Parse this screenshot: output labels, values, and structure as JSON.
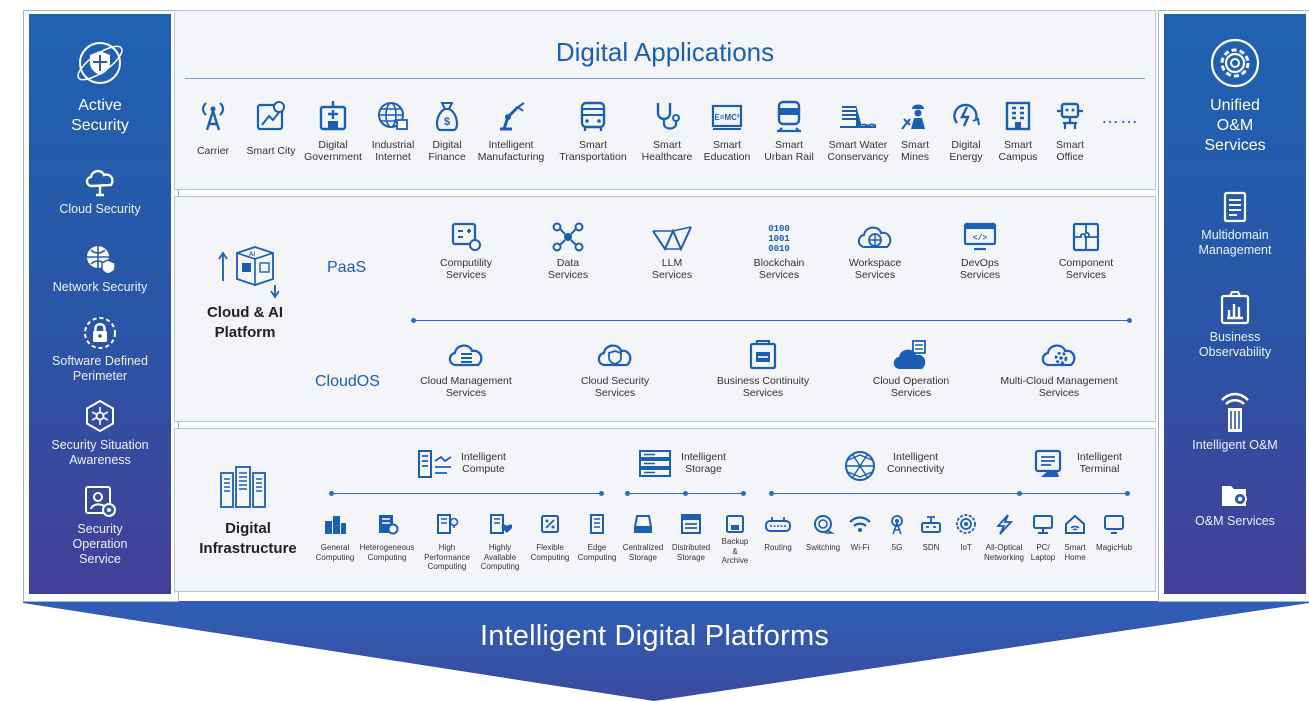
{
  "bottom_title": "Intelligent Digital Platforms",
  "colors": {
    "brand_blue": "#1b5fb5",
    "deep_purple": "#443f98",
    "panel_bg": "#f3f5f8"
  },
  "left_column": {
    "items": [
      {
        "label": "Active\nSecurity",
        "icon": "shield-globe-icon"
      },
      {
        "label": "Cloud Security",
        "icon": "cloud-icon"
      },
      {
        "label": "Network Security",
        "icon": "globe-shield-icon"
      },
      {
        "label": "Software Defined\nPerimeter",
        "icon": "lock-icon"
      },
      {
        "label": "Security Situation\nAwareness",
        "icon": "hexagon-network-icon"
      },
      {
        "label": "Security\nOperation\nService",
        "icon": "person-gear-icon"
      }
    ]
  },
  "right_column": {
    "items": [
      {
        "label": "Unified\nO&M\nServices",
        "icon": "gear-circle-icon"
      },
      {
        "label": "Multidomain\nManagement",
        "icon": "document-icon"
      },
      {
        "label": "Business\nObservability",
        "icon": "bar-chart-icon"
      },
      {
        "label": "Intelligent O&M",
        "icon": "wifi-server-icon"
      },
      {
        "label": "O&M Services",
        "icon": "folder-gear-icon"
      }
    ]
  },
  "applications": {
    "title": "Digital Applications",
    "items": [
      {
        "label": "Carrier",
        "icon": "antenna-icon"
      },
      {
        "label": "Smart City",
        "icon": "map-pin-icon"
      },
      {
        "label": "Digital\nGovernment",
        "icon": "building-icon"
      },
      {
        "label": "Industrial\nInternet",
        "icon": "globe-grid-icon"
      },
      {
        "label": "Digital\nFinance",
        "icon": "money-bag-icon"
      },
      {
        "label": "Intelligent\nManufacturing",
        "icon": "robot-arm-icon"
      },
      {
        "label": "Smart\nTransportation",
        "icon": "bus-icon"
      },
      {
        "label": "Smart\nHealthcare",
        "icon": "stethoscope-icon"
      },
      {
        "label": "Smart\nEducation",
        "icon": "blackboard-icon"
      },
      {
        "label": "Smart\nUrban Rail",
        "icon": "train-icon"
      },
      {
        "label": "Smart Water\nConservancy",
        "icon": "dam-icon"
      },
      {
        "label": "Smart\nMines",
        "icon": "miner-icon"
      },
      {
        "label": "Digital\nEnergy",
        "icon": "energy-icon"
      },
      {
        "label": "Smart\nCampus",
        "icon": "campus-icon"
      },
      {
        "label": "Smart\nOffice",
        "icon": "office-icon"
      }
    ],
    "more": "……"
  },
  "cloud_ai": {
    "name": "Cloud & AI\nPlatform",
    "paas_label": "PaaS",
    "cloudos_label": "CloudOS",
    "paas": [
      {
        "label": "Computility\nServices",
        "icon": "compute-screen-icon"
      },
      {
        "label": "Data\nServices",
        "icon": "data-nodes-icon"
      },
      {
        "label": "LLM\nServices",
        "icon": "llm-mesh-icon"
      },
      {
        "label": "Blockchain\nServices",
        "icon": "binary-icon"
      },
      {
        "label": "Workspace\nServices",
        "icon": "cloud-globe-icon"
      },
      {
        "label": "DevOps\nServices",
        "icon": "code-monitor-icon"
      },
      {
        "label": "Component\nServices",
        "icon": "puzzle-icon"
      }
    ],
    "cloudos": [
      {
        "label": "Cloud Management\nServices",
        "icon": "cloud-list-icon"
      },
      {
        "label": "Cloud Security\nServices",
        "icon": "cloud-shield-icon"
      },
      {
        "label": "Business Continuity\nServices",
        "icon": "clipboard-icon"
      },
      {
        "label": "Cloud Operation\nServices",
        "icon": "cloud-server-icon"
      },
      {
        "label": "Multi-Cloud Management\nServices",
        "icon": "cloud-gear-icon"
      }
    ]
  },
  "infrastructure": {
    "name": "Digital\nInfrastructure",
    "groups": [
      {
        "label": "Intelligent\nCompute",
        "icon": "server-chart-icon"
      },
      {
        "label": "Intelligent\nStorage",
        "icon": "storage-rack-icon"
      },
      {
        "label": "Intelligent\nConnectivity",
        "icon": "globe-network-icon"
      },
      {
        "label": "Intelligent\nTerminal",
        "icon": "terminal-icon"
      }
    ],
    "items": [
      {
        "label": "General\nComputing",
        "icon": "building-blocks-icon"
      },
      {
        "label": "Heterogeneous\nComputing",
        "icon": "server-gear-icon"
      },
      {
        "label": "High\nPerformance\nComputing",
        "icon": "server-bulb-icon"
      },
      {
        "label": "Highly\nAvailable\nComputing",
        "icon": "server-heart-icon"
      },
      {
        "label": "Flexible\nComputing",
        "icon": "percent-box-icon"
      },
      {
        "label": "Edge\nComputing",
        "icon": "edge-box-icon"
      },
      {
        "label": "Centralized\nStorage",
        "icon": "disk-icon"
      },
      {
        "label": "Distributed\nStorage",
        "icon": "disk-array-icon"
      },
      {
        "label": "Backup\n&\nArchive",
        "icon": "archive-icon"
      },
      {
        "label": "Routing",
        "icon": "router-icon"
      },
      {
        "label": "Switching",
        "icon": "switch-icon"
      },
      {
        "label": "Wi-Fi",
        "icon": "wifi-icon"
      },
      {
        "label": "5G",
        "icon": "signal-tower-icon"
      },
      {
        "label": "SDN",
        "icon": "sdn-icon"
      },
      {
        "label": "IoT",
        "icon": "iot-icon"
      },
      {
        "label": "All-Optical\nNetworking",
        "icon": "lightning-icon"
      },
      {
        "label": "PC/\nLaptop",
        "icon": "pc-icon"
      },
      {
        "label": "Smart\nHome",
        "icon": "home-icon"
      },
      {
        "label": "MagicHub",
        "icon": "monitor-icon"
      }
    ]
  }
}
